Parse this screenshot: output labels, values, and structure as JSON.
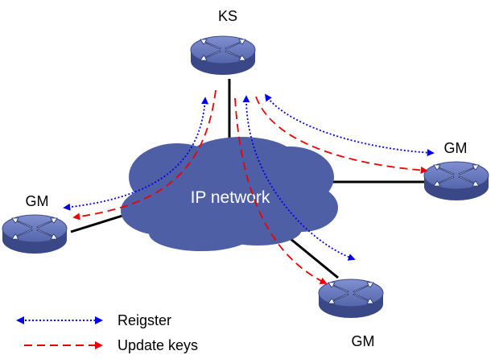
{
  "nodes": {
    "ks": {
      "label": "KS"
    },
    "gm_right": {
      "label": "GM"
    },
    "gm_left": {
      "label": "GM"
    },
    "gm_bottom": {
      "label": "GM"
    }
  },
  "cloud": {
    "label": "IP network"
  },
  "legend": {
    "register": "Reigster",
    "update": "Update keys"
  },
  "colors": {
    "router_top": "#5f6fb4",
    "router_side": "#3a4888",
    "cloud": "#4f5fa6",
    "register_arrow": "#0000ee",
    "update_arrow": "#ee0000",
    "link": "#000000"
  },
  "icons": {
    "router": "router-icon",
    "cloud": "cloud-icon"
  }
}
